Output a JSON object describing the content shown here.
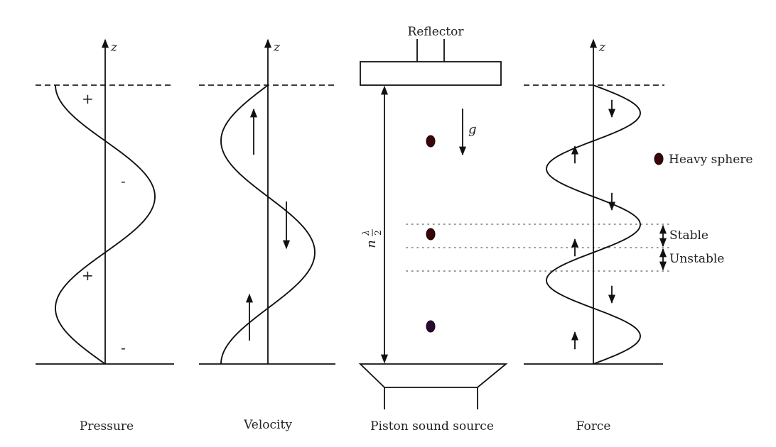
{
  "diagram": {
    "panels": {
      "pressure": {
        "caption": "Pressure",
        "axis_label": "z",
        "signs": [
          "+",
          "-",
          "+",
          "-"
        ]
      },
      "velocity": {
        "caption": "Velocity",
        "axis_label": "z",
        "arrow_directions": [
          "up",
          "down",
          "up"
        ]
      },
      "apparatus": {
        "caption": "Piston sound source",
        "reflector_label": "Reflector",
        "gravity_label": "g",
        "distance_label": "nλ/2",
        "distance_label_n": "n",
        "distance_label_lambda": "λ",
        "distance_label_den": "2",
        "sphere_count": 3
      },
      "force": {
        "caption": "Force",
        "axis_label": "z",
        "arrow_directions": [
          "down",
          "up",
          "down",
          "up",
          "down",
          "up"
        ],
        "legend_sphere_label": "Heavy sphere",
        "stable_label": "Stable",
        "unstable_label": "Unstable"
      }
    },
    "colors": {
      "line": "#111111",
      "sphere_top": "#3a0508",
      "sphere_bottom": "#2a0a30",
      "dotted": "#777777"
    }
  }
}
